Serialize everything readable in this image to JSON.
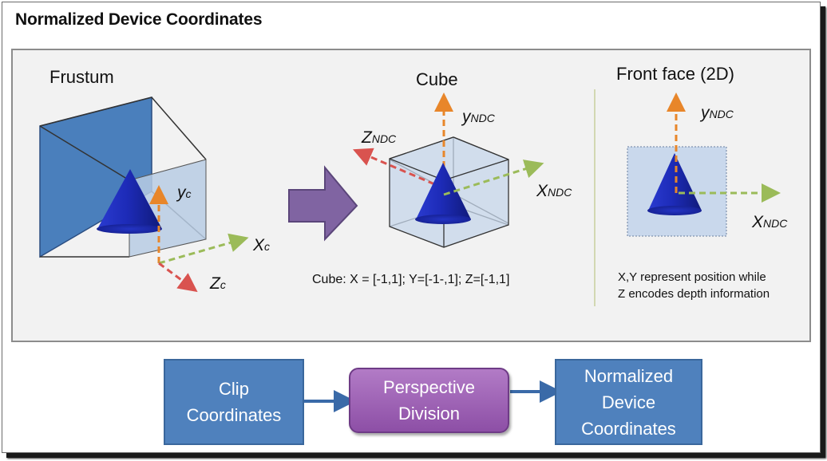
{
  "title": "Normalized Device Coordinates",
  "sections": {
    "frustum": {
      "label": "Frustum",
      "x_axis": "X",
      "y_axis": "y",
      "z_axis": "Z",
      "axis_sub": "c"
    },
    "cube": {
      "label": "Cube",
      "x_axis": "X",
      "y_axis": "y",
      "z_axis": "Z",
      "axis_sub": "NDC",
      "range_note": "Cube: X = [-1,1]; Y=[-1-,1]; Z=[-1,1]"
    },
    "front_face": {
      "label": "Front face (2D)",
      "x_axis": "X",
      "y_axis": "y",
      "axis_sub": "NDC",
      "note_line1": "X,Y represent position while",
      "note_line2": "Z encodes depth information"
    }
  },
  "flow": {
    "steps": [
      "Clip Coordinates",
      "Perspective Division",
      "Normalized Device Coordinates"
    ],
    "clip_lines": [
      "Clip",
      "Coordinates"
    ],
    "perspective_lines": [
      "Perspective",
      "Division"
    ],
    "ndc_lines": [
      "Normalized",
      "Device",
      "Coordinates"
    ]
  },
  "colors": {
    "plane": "#4f81bd",
    "cone": "#1f2ea8",
    "axis_y": "#e8862a",
    "axis_x": "#9bbb59",
    "axis_z": "#d9534f",
    "arrow": "#8064a2",
    "flow_box": "#4f81bd",
    "flow_mid": "#9b5fb5"
  }
}
